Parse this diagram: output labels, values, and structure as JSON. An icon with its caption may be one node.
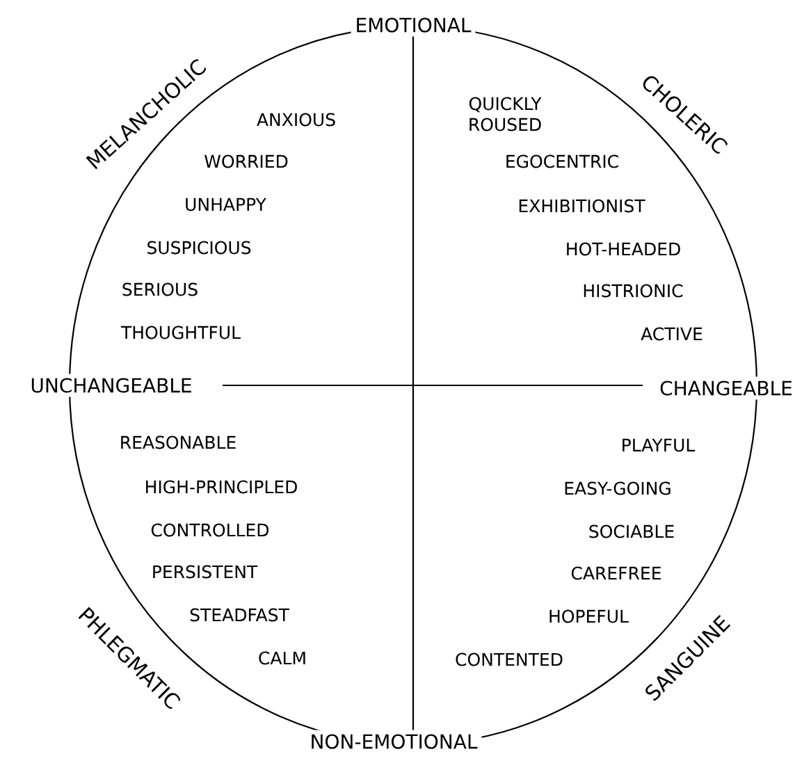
{
  "diagram": {
    "labels": [
      "EMOTIONAL",
      "MELANCHOLIC",
      "CHOLERIC",
      "ANXIOUS",
      "QUICKLY ROUSED",
      "WORRIED",
      "EGOCENTRIC",
      "UNHAPPY",
      "EXHIBITIONIST",
      "SUSPICIOUS",
      "HOT-HEADED",
      "SERIOUS",
      "HISTRIONIC",
      "THOUGHTFUL",
      "ACTIVE",
      "UNCHANGEABLE",
      "CHANGEABLE",
      "REASONABLE",
      "PLAYFUL",
      "HIGH-PRINCIPLED",
      "EASY-GOING",
      "CONTROLLED",
      "SOCIABLE",
      "PERSISTENT",
      "CAREFREE",
      "STEADFAST",
      "HOPEFUL",
      "CALM",
      "CONTENTED",
      "PHLEGMATIC",
      "SANGUINE",
      "NON-EMOTIONAL"
    ]
  }
}
